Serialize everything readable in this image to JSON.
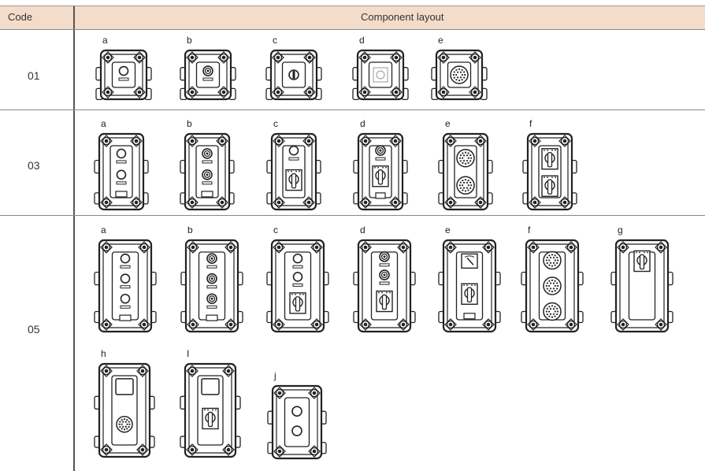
{
  "header": {
    "code": "Code",
    "layout": "Component layout"
  },
  "rows": [
    {
      "code": "01",
      "items": [
        {
          "label": "a",
          "type": "button"
        },
        {
          "label": "b",
          "type": "indicator"
        },
        {
          "label": "c",
          "type": "keyswitch"
        },
        {
          "label": "d",
          "type": "square-button"
        },
        {
          "label": "e",
          "type": "connector"
        }
      ]
    },
    {
      "code": "03",
      "items": [
        {
          "label": "a",
          "type": "2-buttons"
        },
        {
          "label": "b",
          "type": "2-indicators"
        },
        {
          "label": "c",
          "type": "button-selector"
        },
        {
          "label": "d",
          "type": "indicator-selector"
        },
        {
          "label": "e",
          "type": "2-connectors"
        },
        {
          "label": "f",
          "type": "2-selectors"
        }
      ]
    },
    {
      "code": "05",
      "items": [
        {
          "label": "a",
          "type": "3-buttons"
        },
        {
          "label": "b",
          "type": "3-indicators"
        },
        {
          "label": "c",
          "type": "2-buttons-selector"
        },
        {
          "label": "d",
          "type": "2-indicators-selector"
        },
        {
          "label": "e",
          "type": "meter-selector"
        },
        {
          "label": "f",
          "type": "3-connectors"
        },
        {
          "label": "g",
          "type": "wide-selector"
        },
        {
          "label": "h",
          "type": "window-connector"
        },
        {
          "label": "I",
          "type": "window-selector"
        },
        {
          "label": "j",
          "type": "2-buttons-small"
        }
      ]
    }
  ]
}
